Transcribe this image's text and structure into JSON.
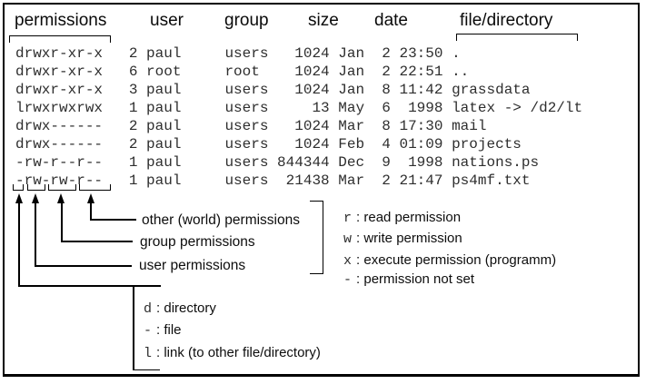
{
  "colors": {
    "ink": "#000000",
    "paper": "#ffffff"
  },
  "table": {
    "headers": [
      "permissions",
      "user",
      "group",
      "size",
      "date",
      "file/directory"
    ],
    "rows": [
      {
        "perms": "drwxr-xr-x",
        "links": "2",
        "owner": "paul",
        "group": "users",
        "size": "1024",
        "month": "Jan",
        "day": "2",
        "time": "23:50",
        "name": "."
      },
      {
        "perms": "drwxr-xr-x",
        "links": "6",
        "owner": "root",
        "group": "root",
        "size": "1024",
        "month": "Jan",
        "day": "2",
        "time": "22:51",
        "name": ".."
      },
      {
        "perms": "drwxr-xr-x",
        "links": "3",
        "owner": "paul",
        "group": "users",
        "size": "1024",
        "month": "Jan",
        "day": "8",
        "time": "11:42",
        "name": "grassdata"
      },
      {
        "perms": "lrwxrwxrwx",
        "links": "1",
        "owner": "paul",
        "group": "users",
        "size": "13",
        "month": "May",
        "day": "6",
        "time": "1998",
        "name": "latex -> /d2/lt"
      },
      {
        "perms": "drwx------",
        "links": "2",
        "owner": "paul",
        "group": "users",
        "size": "1024",
        "month": "Mar",
        "day": "8",
        "time": "17:30",
        "name": "mail"
      },
      {
        "perms": "drwx------",
        "links": "2",
        "owner": "paul",
        "group": "users",
        "size": "1024",
        "month": "Feb",
        "day": "4",
        "time": "01:09",
        "name": "projects"
      },
      {
        "perms": "-rw-r--r--",
        "links": "1",
        "owner": "paul",
        "group": "users",
        "size": "844344",
        "month": "Dec",
        "day": "9",
        "time": "1998",
        "name": "nations.ps"
      },
      {
        "perms": "-rw-rw-r--",
        "links": "1",
        "owner": "paul",
        "group": "users",
        "size": "21438",
        "month": "Mar",
        "day": "2",
        "time": "21:47",
        "name": "ps4mf.txt"
      }
    ]
  },
  "callouts": {
    "other": "other (world) permissions",
    "group": "group permissions",
    "user": "user permissions"
  },
  "perm_legend": [
    {
      "key": "r",
      "desc": ": read permission"
    },
    {
      "key": "w",
      "desc": ": write permission"
    },
    {
      "key": "x",
      "desc": ": execute permission (programm)"
    },
    {
      "key": "-",
      "desc": ": permission not set"
    }
  ],
  "type_legend": [
    {
      "key": "d",
      "desc": ": directory"
    },
    {
      "key": "-",
      "desc": ": file"
    },
    {
      "key": "l",
      "desc": ": link (to other file/directory)"
    }
  ]
}
